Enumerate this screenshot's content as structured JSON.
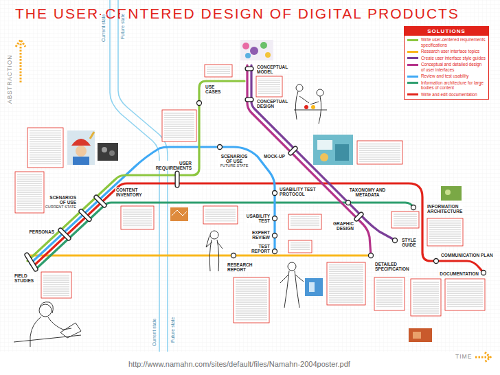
{
  "diagram": {
    "title": "THE USER-CENTERED DESIGN OF DIGITAL PRODUCTS",
    "caption": "http://www.namahn.com/sites/default/files/Namahn-2004poster.pdf",
    "labels": [
      "ABSTRACTION",
      "Current state",
      "Future state",
      "Current state",
      "Future state",
      "SOLUTIONS",
      "USE CASES",
      "CONCEPTUAL MODEL",
      "CONCEPTUAL DESIGN",
      "MOCK-UP",
      "SCENARIOS OF USE",
      "FUTURE STATE",
      "USER REQUIREMENTS",
      "CONTENT INVENTORY",
      "SCENARIOS OF USE",
      "CURRENT STATE",
      "PERSONAS",
      "FIELD STUDIES",
      "USABILITY TEST PROTOCOL",
      "TAXONOMY AND METADATA",
      "INFORMATION ARCHITECTURE",
      "USABILITY TEST",
      "EXPERT REVIEW",
      "TEST REPORT",
      "GRAPHIC DESIGN",
      "STYLE GUIDE",
      "COMMUNICATION PLAN",
      "DOCUMENTATION",
      "RESEARCH REPORT",
      "DETAILED SPECIFICATION",
      "TIME"
    ],
    "legend": [
      {
        "text": "Write user-centered requirements specifications",
        "color": "#8cc63f"
      },
      {
        "text": "Research user interface topics",
        "color": "#f9b71b"
      },
      {
        "text": "Create user interface style guides",
        "color": "#7b3f98"
      },
      {
        "text": "Conceptual and detailed design of user interfaces",
        "color": "#b5338a"
      },
      {
        "text": "Review and test usability",
        "color": "#3fa9f5"
      },
      {
        "text": "Information architecture for large bodies of content",
        "color": "#2e9e6e"
      },
      {
        "text": "Write and edit documentation",
        "color": "#e2231a"
      }
    ]
  }
}
